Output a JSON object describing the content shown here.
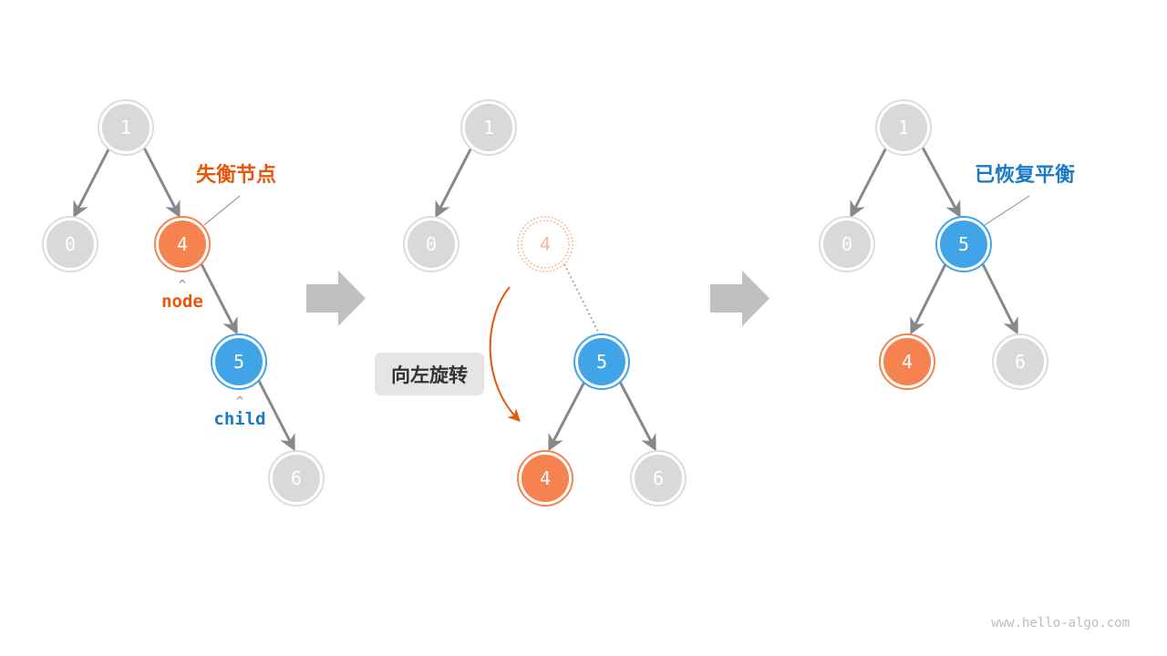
{
  "colors": {
    "gray_node": "#d9d9d9",
    "orange_node": "#f6834f",
    "blue_node": "#42a4e8",
    "edge": "#888888",
    "orange_text": "#e8560c",
    "blue_text": "#1b7ac4",
    "step_arrow": "#c0c0c0"
  },
  "panel1": {
    "nodes": [
      "1",
      "0",
      "4",
      "5",
      "6"
    ],
    "annotation": "失衡节点",
    "node_pointer": "node",
    "child_pointer": "child"
  },
  "panel2": {
    "nodes": [
      "1",
      "0",
      "4",
      "5",
      "4",
      "6"
    ],
    "ghost_node": "4",
    "operation_label": "向左旋转"
  },
  "panel3": {
    "nodes": [
      "1",
      "0",
      "5",
      "4",
      "6"
    ],
    "annotation": "已恢复平衡"
  },
  "watermark": "www.hello-algo.com",
  "caret": "^"
}
